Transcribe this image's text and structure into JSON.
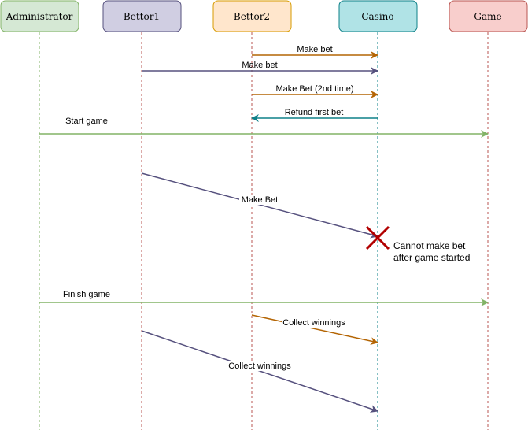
{
  "participants": [
    {
      "id": "administrator",
      "label": "Administrator",
      "fill": "#d5e8d4",
      "stroke": "#82b366",
      "line": "#82b366"
    },
    {
      "id": "bettor1",
      "label": "Bettor1",
      "fill": "#d0cee2",
      "stroke": "#56517e",
      "line": "#b85450"
    },
    {
      "id": "bettor2",
      "label": "Bettor2",
      "fill": "#ffe6cc",
      "stroke": "#d79b00",
      "line": "#b85450"
    },
    {
      "id": "casino",
      "label": "Casino",
      "fill": "#b0e3e6",
      "stroke": "#0e8088",
      "line": "#0e8088"
    },
    {
      "id": "game",
      "label": "Game",
      "fill": "#f8cecc",
      "stroke": "#b85450",
      "line": "#b85450"
    }
  ],
  "messages": [
    {
      "from": "bettor2",
      "to": "casino",
      "label": "Make bet",
      "color": "#b46504"
    },
    {
      "from": "bettor1",
      "to": "casino",
      "label": "Make bet",
      "color": "#56517e"
    },
    {
      "from": "bettor2",
      "to": "casino",
      "label": "Make Bet (2nd time)",
      "color": "#b46504"
    },
    {
      "from": "casino",
      "to": "bettor2",
      "label": "Refund first bet",
      "color": "#0e8088"
    },
    {
      "from": "administrator",
      "to": "game",
      "label": "Start game",
      "color": "#82b366"
    },
    {
      "from": "bettor1",
      "to": "casino",
      "label": "Make Bet",
      "color": "#56517e"
    },
    {
      "from": "administrator",
      "to": "game",
      "label": "Finish game",
      "color": "#82b366"
    },
    {
      "from": "bettor2",
      "to": "casino",
      "label": "Collect winnings",
      "color": "#b46504"
    },
    {
      "from": "bettor1",
      "to": "casino",
      "label": "Collect winnings",
      "color": "#56517e"
    }
  ],
  "rejection": {
    "line1": "Cannot make bet",
    "line2": "after game started",
    "color": "#b20000"
  }
}
